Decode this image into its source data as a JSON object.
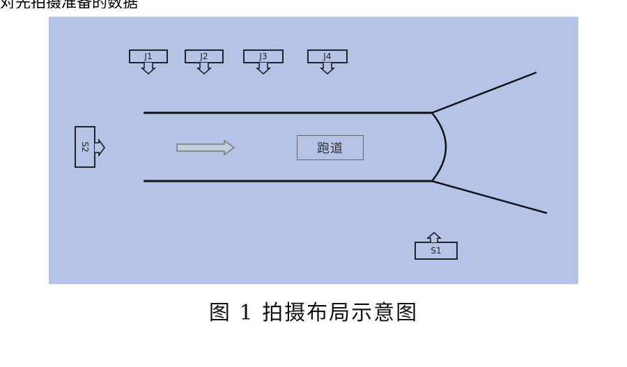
{
  "header_fragment": "对先拍摄准备的数据",
  "diagram": {
    "runway_label": "跑道",
    "cameras_top": [
      "J1",
      "J2",
      "J3",
      "J4"
    ],
    "camera_left": "S2",
    "camera_bottom": "S1"
  },
  "caption": "图 1  拍摄布局示意图"
}
